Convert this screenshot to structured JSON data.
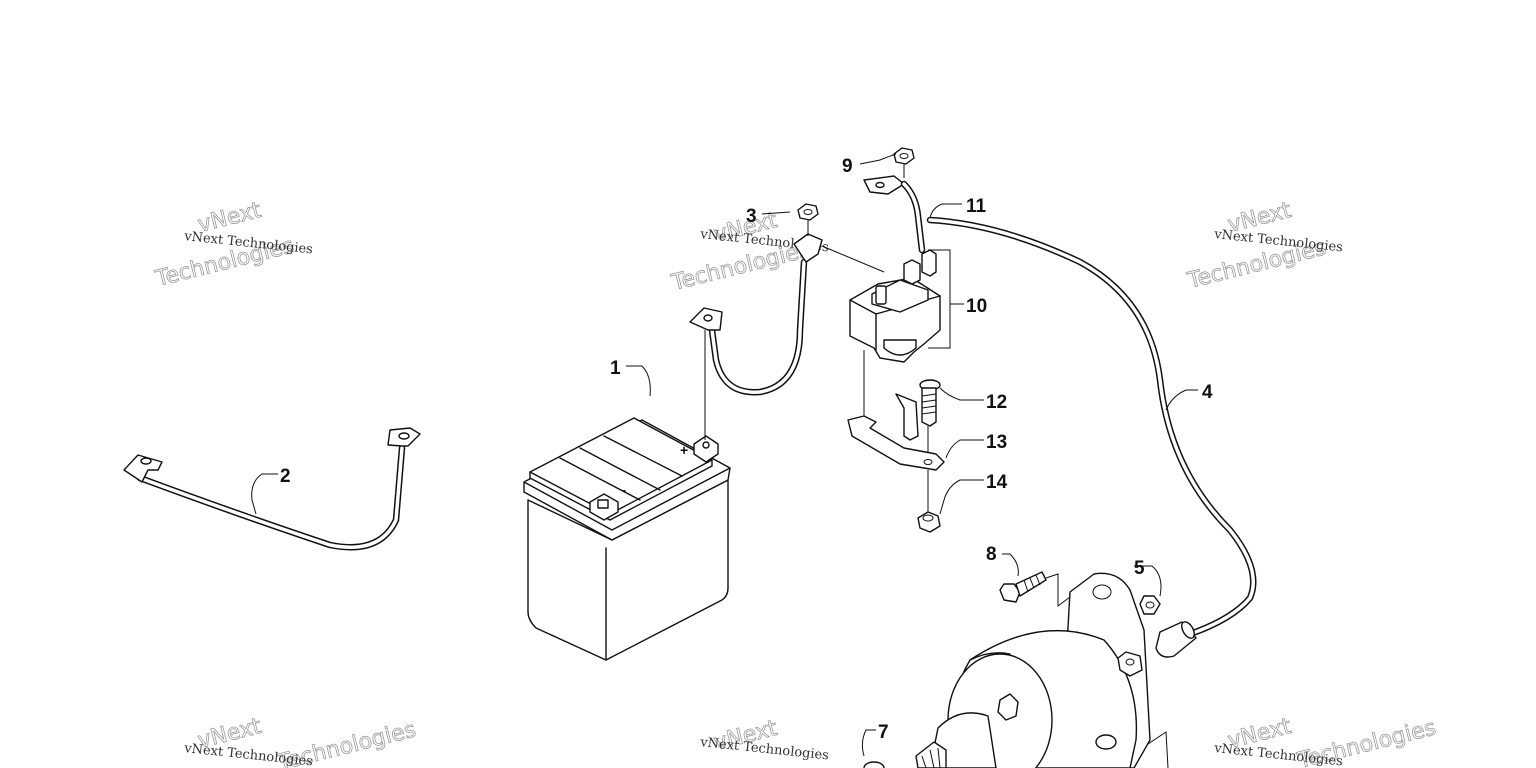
{
  "diagram": {
    "callouts": [
      {
        "id": "1",
        "label": "1"
      },
      {
        "id": "2",
        "label": "2"
      },
      {
        "id": "3",
        "label": "3"
      },
      {
        "id": "4",
        "label": "4"
      },
      {
        "id": "5",
        "label": "5"
      },
      {
        "id": "7",
        "label": "7"
      },
      {
        "id": "8",
        "label": "8"
      },
      {
        "id": "9",
        "label": "9"
      },
      {
        "id": "10",
        "label": "10"
      },
      {
        "id": "11",
        "label": "11"
      },
      {
        "id": "12",
        "label": "12"
      },
      {
        "id": "13",
        "label": "13"
      },
      {
        "id": "14",
        "label": "14"
      }
    ],
    "battery_marks": {
      "positive": "+",
      "negative": "-"
    }
  },
  "watermark": {
    "text": "vNext Technologies",
    "word1": "vNext",
    "word2": "Technologies"
  }
}
